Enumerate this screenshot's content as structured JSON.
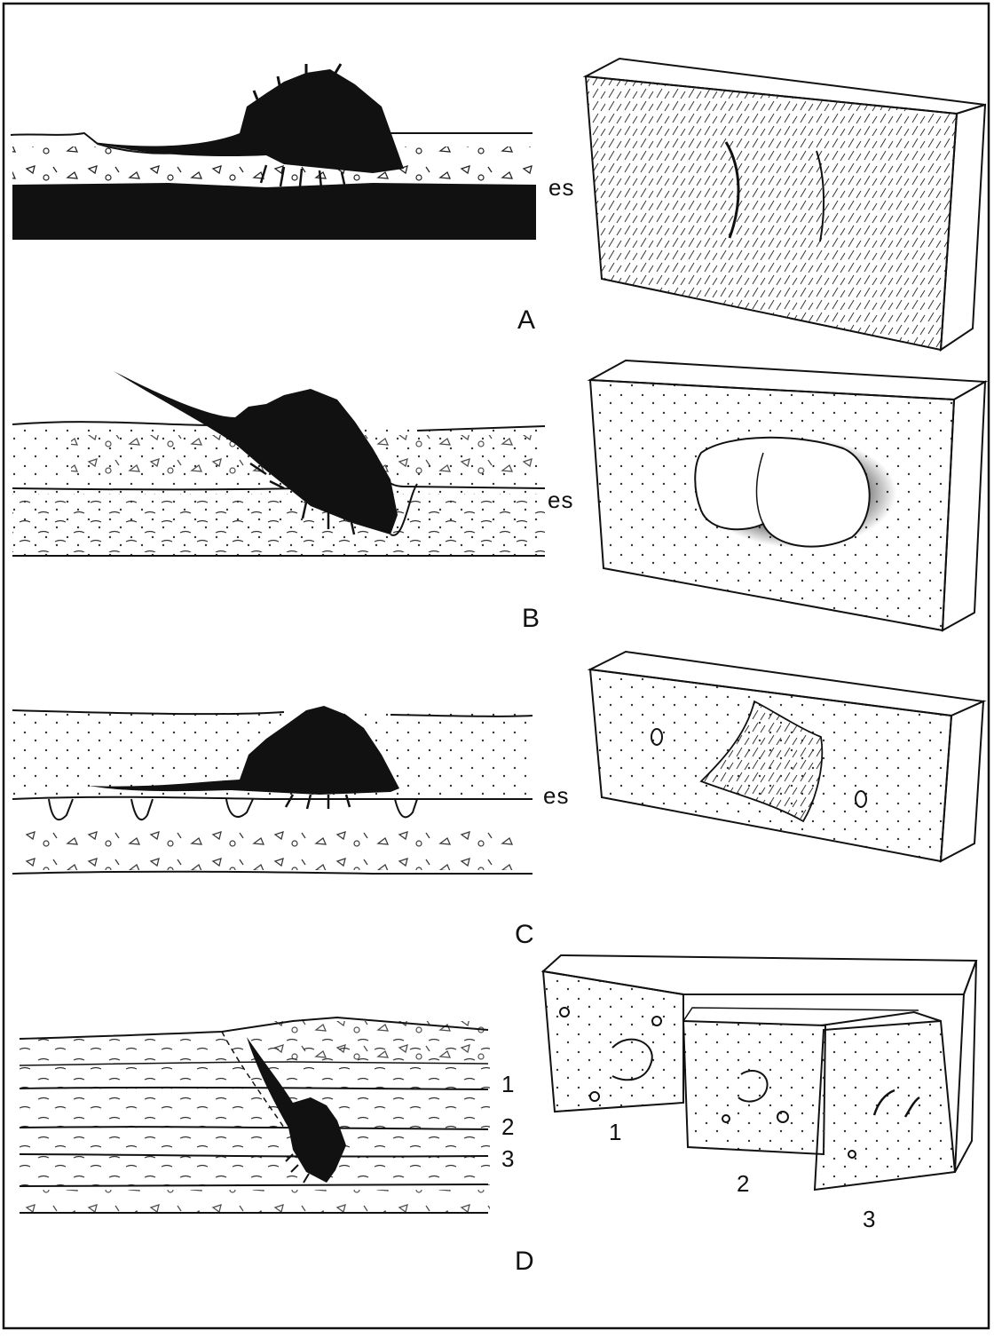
{
  "panels": [
    {
      "label": "A",
      "surface_label": "es"
    },
    {
      "label": "B",
      "surface_label": "es"
    },
    {
      "label": "C",
      "surface_label": "es"
    },
    {
      "label": "D",
      "layer_labels": [
        "1",
        "2",
        "3"
      ],
      "block_labels": [
        "1",
        "2",
        "3"
      ]
    }
  ]
}
